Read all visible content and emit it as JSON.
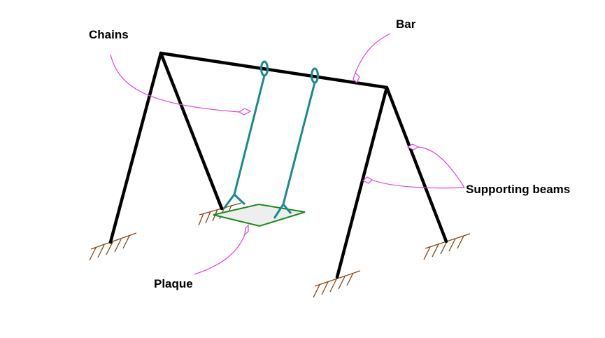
{
  "labels": {
    "chains": "Chains",
    "bar": "Bar",
    "supporting_beams": "Supporting beams",
    "plaque": "Plaque"
  },
  "colors": {
    "frame": "#000000",
    "chain": "#1a8a8a",
    "seat_fill": "#eeeeee",
    "seat_stroke": "#1a8a1a",
    "leader": "#e040e0",
    "ground_hatch": "#8b4513"
  }
}
